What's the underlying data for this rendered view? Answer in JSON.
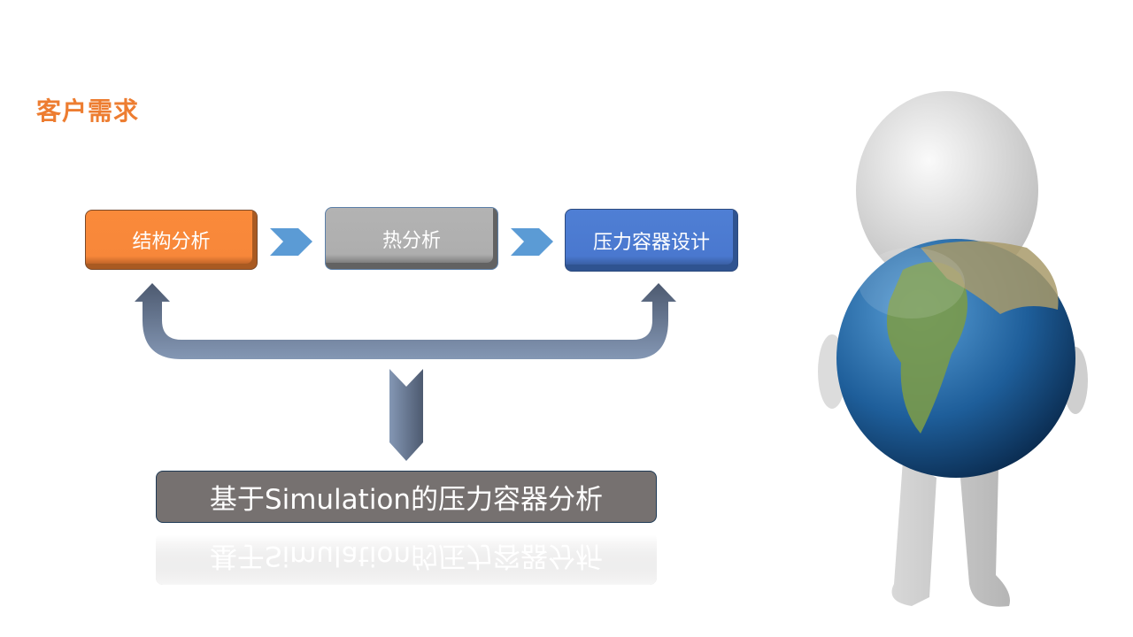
{
  "slide": {
    "title": "客户需求",
    "steps": [
      {
        "label": "结构分析",
        "color": "#f7873a"
      },
      {
        "label": "热分析",
        "color": "#aeaeae"
      },
      {
        "label": "压力容器设计",
        "color": "#4a78cf"
      }
    ],
    "result": {
      "label": "基于Simulation的压力容器分析",
      "color": "#767170"
    },
    "accent": "#ed7d31"
  }
}
